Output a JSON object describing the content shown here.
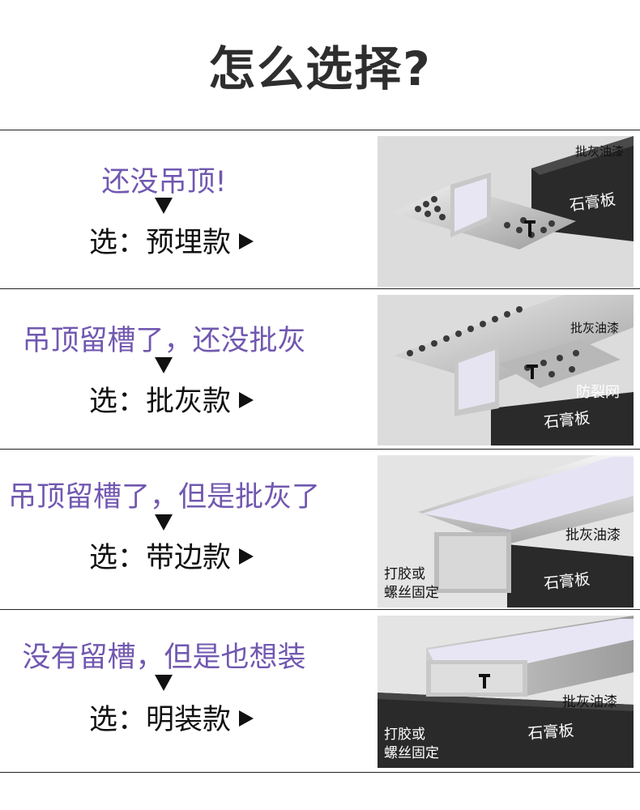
{
  "title": "怎么选择?",
  "rows": [
    {
      "question": "还没吊顶!",
      "answer_prefix": "选：",
      "answer": "预埋款",
      "labels": {
        "paint": "批灰油漆",
        "board": "石膏板"
      }
    },
    {
      "question": "吊顶留槽了，还没批灰",
      "answer_prefix": "选：",
      "answer": "批灰款",
      "labels": {
        "paint": "批灰油漆",
        "mesh": "防裂网",
        "board": "石膏板"
      }
    },
    {
      "question": "吊顶留槽了，但是批灰了",
      "answer_prefix": "选：",
      "answer": "带边款",
      "labels": {
        "paint": "批灰油漆",
        "fix_line1": "打胶或",
        "fix_line2": "螺丝固定",
        "board": "石膏板"
      }
    },
    {
      "question": "没有留槽，但是也想装",
      "answer_prefix": "选：",
      "answer": "明装款",
      "labels": {
        "paint": "批灰油漆",
        "fix_line1": "打胶或",
        "fix_line2": "螺丝固定",
        "board": "石膏板"
      }
    }
  ]
}
